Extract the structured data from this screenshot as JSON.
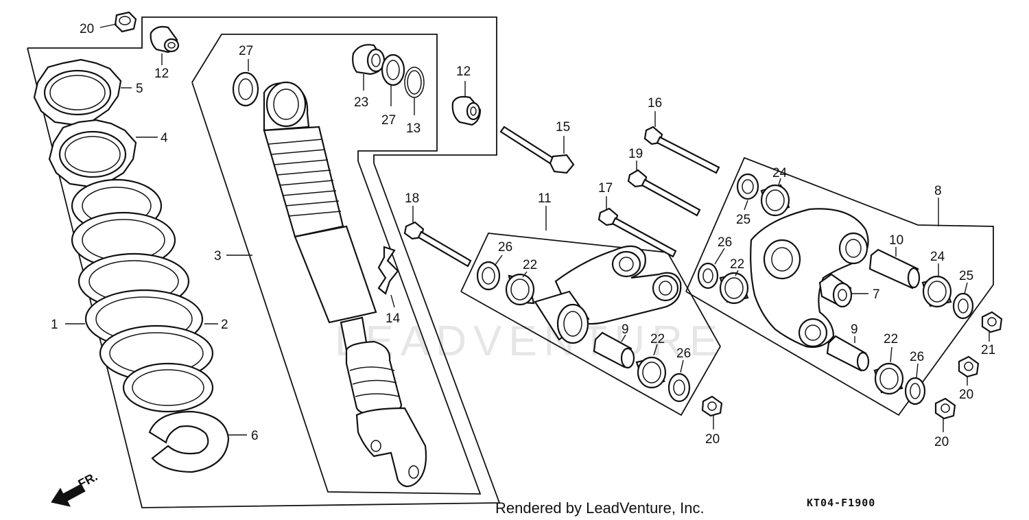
{
  "watermark": "LEADVENTURE",
  "footer": {
    "rendered_by": "Rendered by LeadVenture, Inc.",
    "diagram_code": "KT04-F1900"
  },
  "direction_marker": "FR.",
  "callouts": {
    "c1": "1",
    "c2": "2",
    "c3": "3",
    "c4": "4",
    "c5": "5",
    "c6": "6",
    "c7": "7",
    "c8": "8",
    "c9a": "9",
    "c9b": "9",
    "c10": "10",
    "c11": "11",
    "c12a": "12",
    "c12b": "12",
    "c13": "13",
    "c14": "14",
    "c15": "15",
    "c16": "16",
    "c17": "17",
    "c18": "18",
    "c19": "19",
    "c20a": "20",
    "c20b": "20",
    "c20c": "20",
    "c20d": "20",
    "c21": "21",
    "c22a": "22",
    "c22b": "22",
    "c22c": "22",
    "c22d": "22",
    "c23": "23",
    "c24a": "24",
    "c24b": "24",
    "c25a": "25",
    "c25b": "25",
    "c26a": "26",
    "c26b": "26",
    "c26c": "26",
    "c26d": "26",
    "c27a": "27",
    "c27b": "27"
  }
}
